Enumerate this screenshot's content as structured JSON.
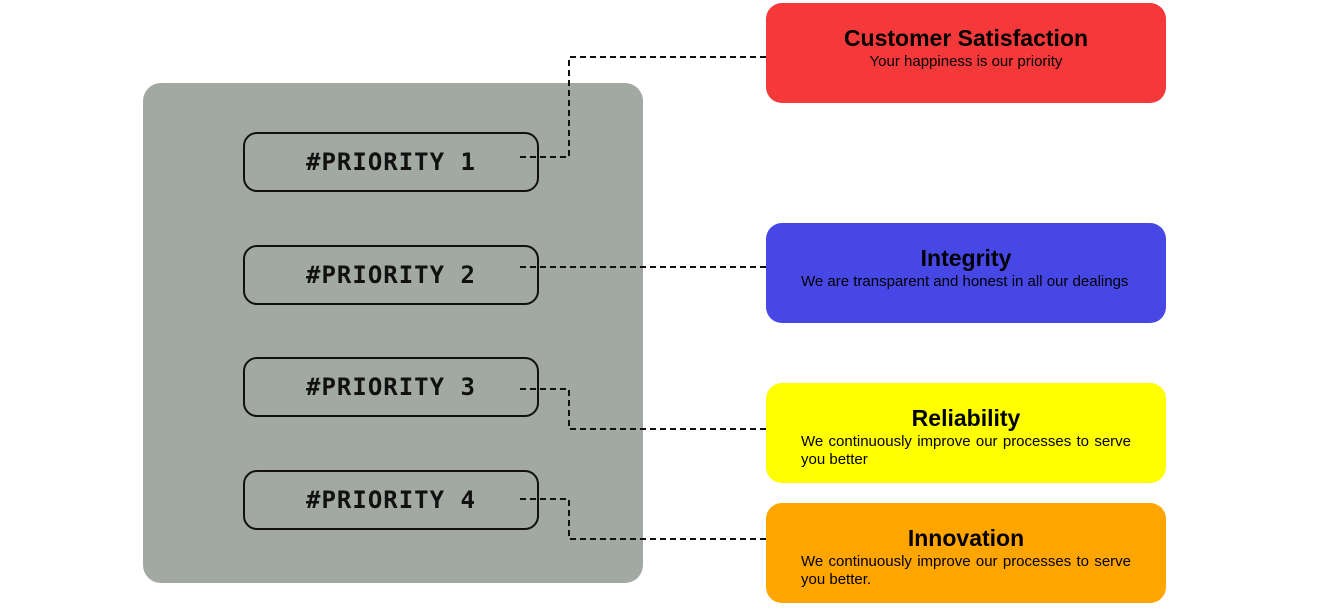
{
  "colors": {
    "panel": "#a2a8a2",
    "card_1": "#f5393a",
    "card_2": "#4747e6",
    "card_3": "#ffff00",
    "card_4": "#ffa500",
    "connector": "#111111"
  },
  "priorities": [
    {
      "label": "#PRIORITY 1"
    },
    {
      "label": "#PRIORITY 2"
    },
    {
      "label": "#PRIORITY 3"
    },
    {
      "label": "#PRIORITY 4"
    }
  ],
  "cards": [
    {
      "title": "Customer Satisfaction",
      "description": "Your happiness is our priority"
    },
    {
      "title": "Integrity",
      "description": "We are transparent and honest in all our dealings"
    },
    {
      "title": "Reliability",
      "description": "We continuously improve our processes to serve you better"
    },
    {
      "title": "Innovation",
      "description": "We continuously improve our processes to serve you better."
    }
  ]
}
